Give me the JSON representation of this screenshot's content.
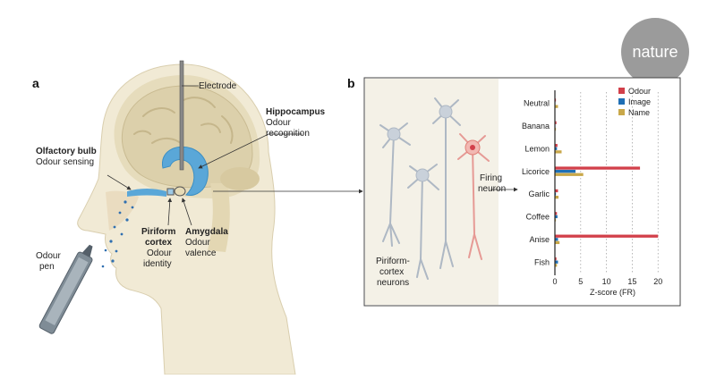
{
  "brand": {
    "logo_text": "nature"
  },
  "panel_a": {
    "letter": "a",
    "labels": {
      "electrode": "Electrode",
      "hippocampus_title": "Hippocampus",
      "hippocampus_l1": "Odour",
      "hippocampus_l2": "recognition",
      "olfactory_title": "Olfactory bulb",
      "olfactory_l1": "Odour sensing",
      "piriform_t1": "Piriform",
      "piriform_t2": "cortex",
      "piriform_l1": "Odour",
      "piriform_l2": "identity",
      "amygdala_title": "Amygdala",
      "amygdala_l1": "Odour",
      "amygdala_l2": "valence",
      "pen_l1": "Odour",
      "pen_l2": "pen"
    }
  },
  "panel_b": {
    "letter": "b",
    "labels": {
      "firing_l1": "Firing",
      "firing_l2": "neuron",
      "piriform_l1": "Piriform-",
      "piriform_l2": "cortex",
      "piriform_l3": "neurons"
    }
  },
  "chart_data": {
    "type": "bar",
    "orientation": "horizontal",
    "categories": [
      "Neutral",
      "Banana",
      "Lemon",
      "Licorice",
      "Garlic",
      "Coffee",
      "Anise",
      "Fish"
    ],
    "series": [
      {
        "name": "Odour",
        "color": "#d2404a",
        "values": [
          0.2,
          0.3,
          0.5,
          16.5,
          0.6,
          0.4,
          20,
          0.3
        ]
      },
      {
        "name": "Image",
        "color": "#1f6fb5",
        "values": [
          0.1,
          0.1,
          0.4,
          4.0,
          0.2,
          0.5,
          0.6,
          0.6
        ]
      },
      {
        "name": "Name",
        "color": "#c9a84a",
        "values": [
          0.6,
          0.2,
          1.3,
          5.5,
          0.7,
          0.2,
          0.9,
          0.4
        ]
      }
    ],
    "xlabel": "Z-score (FR)",
    "xticks": [
      0,
      5,
      10,
      15,
      20
    ],
    "xlim": [
      -0.8,
      21
    ],
    "legend_position": "top-right",
    "grid": "vertical-dotted"
  }
}
